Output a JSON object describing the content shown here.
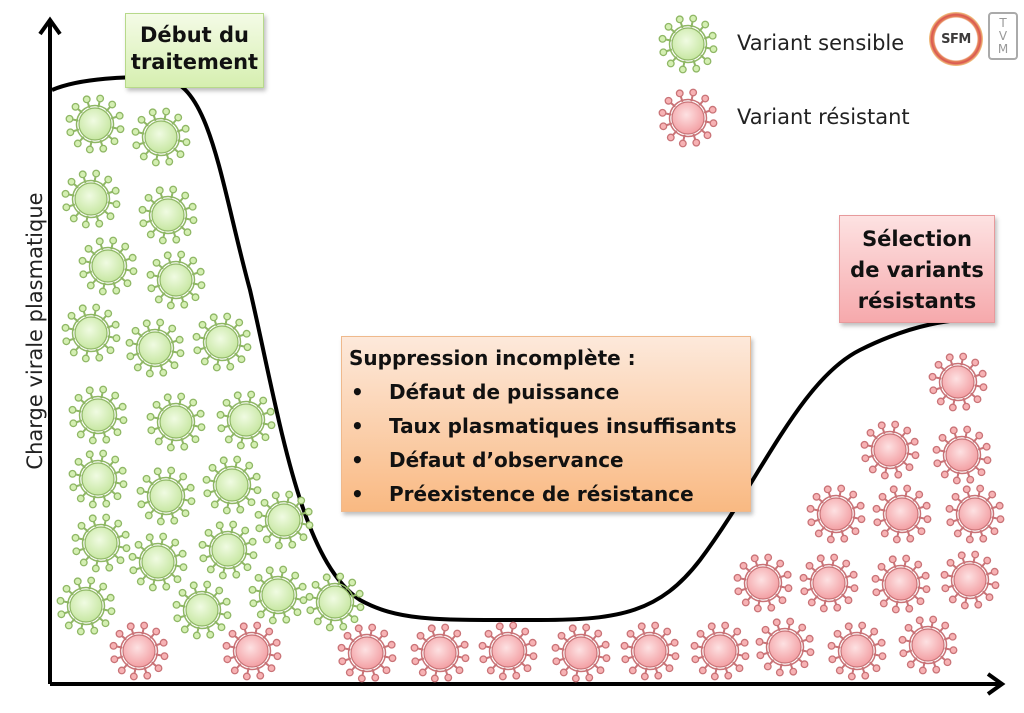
{
  "diagram": {
    "y_axis_label": "Charge virale plasmatique",
    "start_box": {
      "lines": [
        "Début du",
        "traitement"
      ]
    },
    "suppression_box": {
      "title": "Suppression incomplète :",
      "items": [
        "Défaut de puissance",
        "Taux plasmatiques insuffisants",
        "Défaut d’observance",
        "Préexistence de résistance"
      ],
      "bullet": "•"
    },
    "selection_box": {
      "lines": [
        "Sélection",
        "de variants",
        "résistants"
      ]
    },
    "legend": [
      {
        "label": "Variant sensible",
        "variant": "sensible",
        "color": "#c8e8a0"
      },
      {
        "label": "Variant résistant",
        "variant": "resistant",
        "color": "#f5a8ab"
      }
    ],
    "logos": {
      "sfm": "SFM",
      "tvm": [
        "T",
        "V",
        "M"
      ]
    },
    "colors": {
      "sensible_fill": "#d4efb2",
      "sensible_stroke": "#8fb765",
      "resistant_fill": "#f7b2b4",
      "resistant_stroke": "#c97377",
      "curve": "#000000"
    },
    "virus_counts": {
      "sensible": 23,
      "resistant": 21
    }
  }
}
